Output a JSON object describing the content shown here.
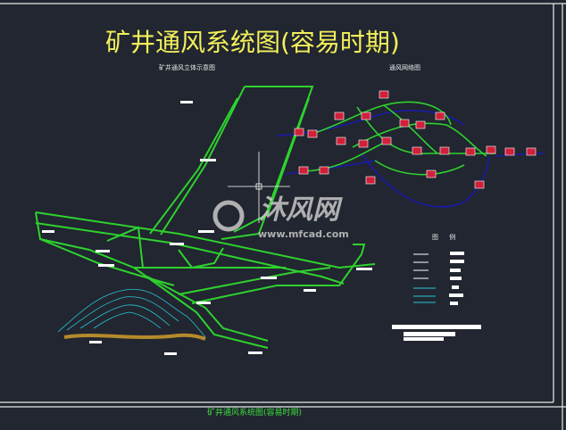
{
  "drawing": {
    "title": "矿井通风系统图(容易时期)",
    "left_subtitle": "矿井通风立体示意图",
    "right_subtitle": "通风网络图",
    "legend_title": "图 例",
    "footer_title": "矿井通风系统图(容易时期)"
  },
  "watermark": {
    "name": "沐风网",
    "url": "www.mfcad.com"
  },
  "colors": {
    "background": "#212630",
    "title": "#f4f05a",
    "airway": "#2fd12f",
    "network_return": "#1a1aa8",
    "label": "#ffffff",
    "node": "#d0203a",
    "terrain": "#29c7d6"
  }
}
